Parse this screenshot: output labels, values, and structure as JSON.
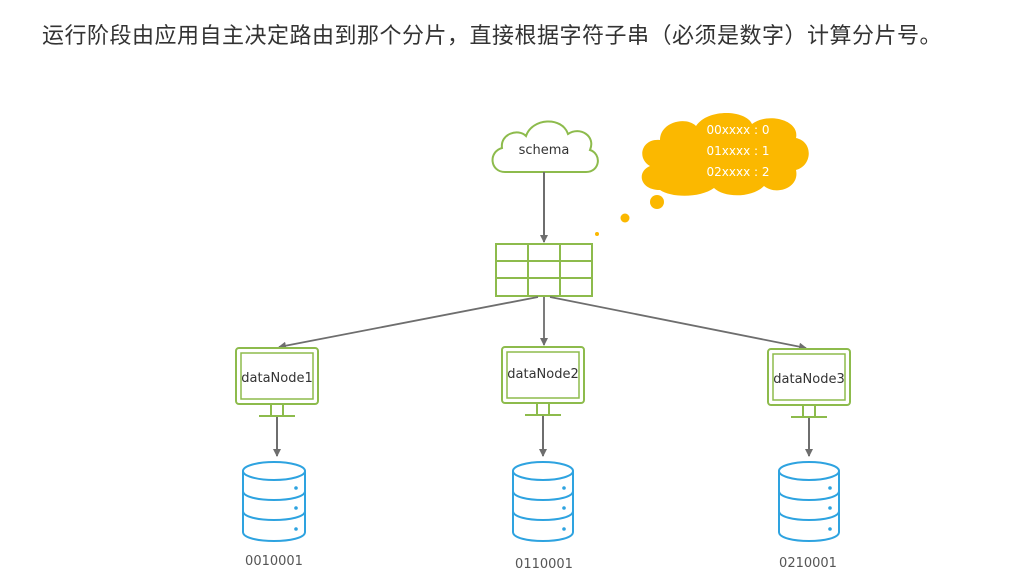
{
  "title": "运行阶段由应用自主决定路由到那个分片，直接根据字符子串（必须是数字）计算分片号。",
  "colors": {
    "green": "#8dbb4c",
    "blue": "#2ea3e0",
    "orange": "#fbb800",
    "arrow": "#6e6e6e",
    "text": "#333333",
    "label": "#555555"
  },
  "schema": {
    "label": "schema"
  },
  "rules": {
    "lines": [
      "00xxxx : 0",
      "01xxxx : 1",
      "02xxxx : 2"
    ]
  },
  "nodes": [
    {
      "label": "dataNode1",
      "db_label": "0010001"
    },
    {
      "label": "dataNode2",
      "db_label": "0110001"
    },
    {
      "label": "dataNode3",
      "db_label": "0210001"
    }
  ]
}
